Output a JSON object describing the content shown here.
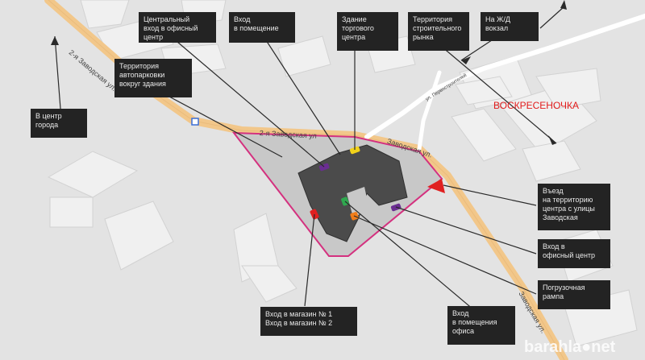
{
  "map": {
    "district": {
      "name": "ВОСКРЕСЕНОЧКА",
      "color": "#e21b1b"
    },
    "streets": {
      "main_left": "2-я Заводская ул.",
      "main_top": "2-я Заводская ул",
      "east": "Заводская ул.",
      "east_lower": "Заводская ул.",
      "small": "ул. Первостроителей"
    },
    "labels": {
      "central_entrance": "Центральный\nвход в офисный\nцентр",
      "room_entrance": "Вход\nв помещение",
      "mall_building": "Здание\nторгового\nцентра",
      "construction_market": "Территория\nстроительного\nрынка",
      "railway_station": "На Ж/Д\nвокзал",
      "parking": "Территория\nавтопарковки\nвокруг здания",
      "city_center": "В центр\nгорода",
      "territory_entry": "Въезд\nна территорию\nцентра с улицы\nЗаводская",
      "office_entrance": "Вход в\nофисный центр",
      "loading_ramp": "Погрузочная\nрампа",
      "shop_entrance": "Вход в магазин № 1\nВход в магазин № 2",
      "office_room_entrance": "Вход\nв помещения\nофиса"
    },
    "watermark": "barahla●net",
    "colors": {
      "label_bg": "#232323",
      "accent_dot": "#8bc53f",
      "road": "#f2c78a",
      "territory": "#c8c8c8",
      "territory_border": "#d4317f",
      "building_dark": "#4b4b4b",
      "marker_purple": "#6a2d91",
      "marker_yellow": "#f2d21a",
      "marker_red": "#e02020",
      "marker_green": "#2fa84f",
      "marker_orange": "#f07d1a"
    }
  }
}
